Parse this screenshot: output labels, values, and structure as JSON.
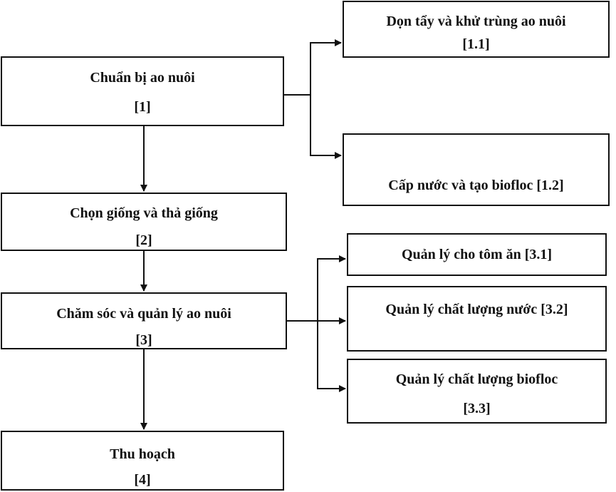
{
  "nodes": {
    "n1": {
      "title": "Chuẩn bị ao nuôi",
      "code": "[1]"
    },
    "n1_1": {
      "title": "Dọn tẩy và khử trùng ao nuôi",
      "code": "[1.1]"
    },
    "n1_2": {
      "title": "Cấp nước và tạo biofloc [1.2]"
    },
    "n2": {
      "title": "Chọn giống và thả giống",
      "code": "[2]"
    },
    "n3": {
      "title": "Chăm sóc và quản lý ao nuôi",
      "code": "[3]"
    },
    "n3_1": {
      "title": "Quản lý cho tôm ăn [3.1]"
    },
    "n3_2": {
      "title": "Quản lý chất lượng nước [3.2]"
    },
    "n3_3": {
      "title": "Quản lý chất lượng biofloc",
      "code": "[3.3]"
    },
    "n4": {
      "title": "Thu hoạch",
      "code": "[4]"
    }
  },
  "edges": [
    {
      "from": "n1",
      "to": "n1_1"
    },
    {
      "from": "n1",
      "to": "n1_2"
    },
    {
      "from": "n1",
      "to": "n2"
    },
    {
      "from": "n2",
      "to": "n3"
    },
    {
      "from": "n3",
      "to": "n3_1"
    },
    {
      "from": "n3",
      "to": "n3_2"
    },
    {
      "from": "n3",
      "to": "n3_3"
    },
    {
      "from": "n3",
      "to": "n4"
    }
  ],
  "colors": {
    "line": "#111111",
    "box_border": "#111111",
    "background": "#ffffff"
  }
}
